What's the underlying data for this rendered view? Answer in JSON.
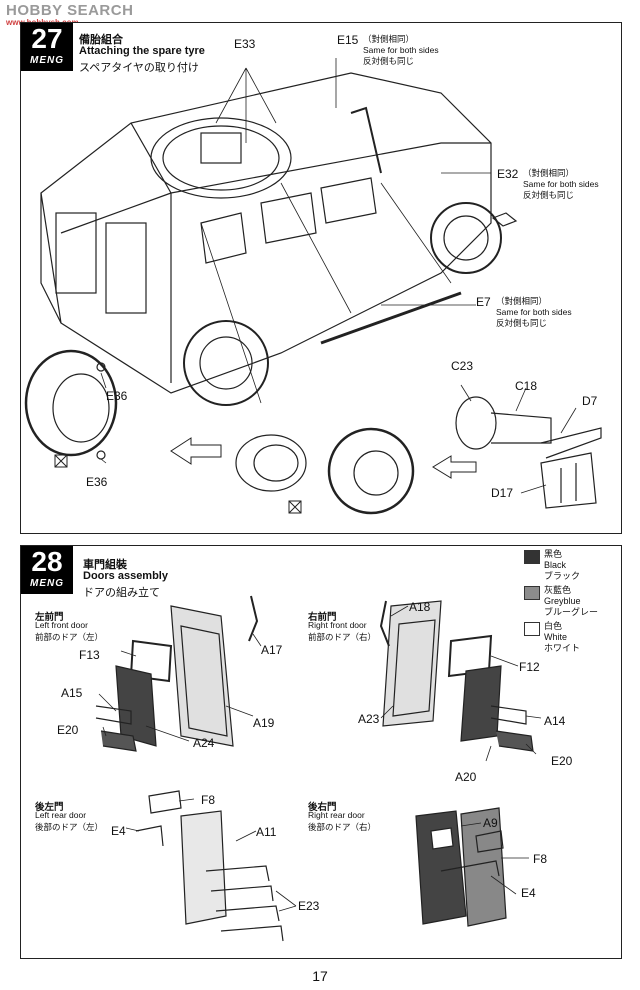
{
  "watermark": {
    "text": "HOBBY SEARCH",
    "url": "www.hobbysh.com"
  },
  "step27": {
    "number": "27",
    "logo": "MENG",
    "title_cn": "備胎組合",
    "title_en": "Attaching the spare tyre",
    "title_jp": "スペアタイヤの取り付け",
    "labels": {
      "e33": "E33",
      "e15": "E15",
      "e32": "E32",
      "e7": "E7",
      "e36a": "E36",
      "e36b": "E36",
      "c23": "C23",
      "c18": "C18",
      "d7": "D7",
      "d17": "D17"
    },
    "notes": {
      "e15": {
        "cn": "（對側相同）",
        "en": "Same for both sides",
        "jp": "反対側も同じ"
      },
      "e32": {
        "cn": "（對側相同）",
        "en": "Same for both sides",
        "jp": "反対側も同じ"
      },
      "e7": {
        "cn": "（對側相同）",
        "en": "Same for both sides",
        "jp": "反対側も同じ"
      }
    }
  },
  "step28": {
    "number": "28",
    "logo": "MENG",
    "title_cn": "車門組裝",
    "title_en": "Doors assembly",
    "title_jp": "ドアの組み立て",
    "legend": [
      {
        "cn": "黑色",
        "en": "Black",
        "jp": "ブラック",
        "color": "#333333"
      },
      {
        "cn": "灰藍色",
        "en": "Greyblue",
        "jp": "ブルーグレー",
        "color": "#8c8c8c"
      },
      {
        "cn": "白色",
        "en": "White",
        "jp": "ホワイト",
        "color": "#ffffff"
      }
    ],
    "sub": {
      "lf": {
        "cn": "左前門",
        "en": "Left front door",
        "jp": "前部のドア（左）"
      },
      "rf": {
        "cn": "右前門",
        "en": "Right front door",
        "jp": "前部のドア（右）"
      },
      "lr": {
        "cn": "後左門",
        "en": "Left rear door",
        "jp": "後部のドア（左）"
      },
      "rr": {
        "cn": "後右門",
        "en": "Right rear door",
        "jp": "後部のドア（右）"
      }
    },
    "labels": {
      "f13": "F13",
      "a17": "A17",
      "a15": "A15",
      "a19": "A19",
      "e20l": "E20",
      "a24": "A24",
      "a18": "A18",
      "f12": "F12",
      "a23": "A23",
      "a14": "A14",
      "a20": "A20",
      "e20r": "E20",
      "f8l": "F8",
      "e4l": "E4",
      "a11": "A11",
      "e23": "E23",
      "a9": "A9",
      "f8r": "F8",
      "e4r": "E4"
    }
  },
  "page_number": "17"
}
